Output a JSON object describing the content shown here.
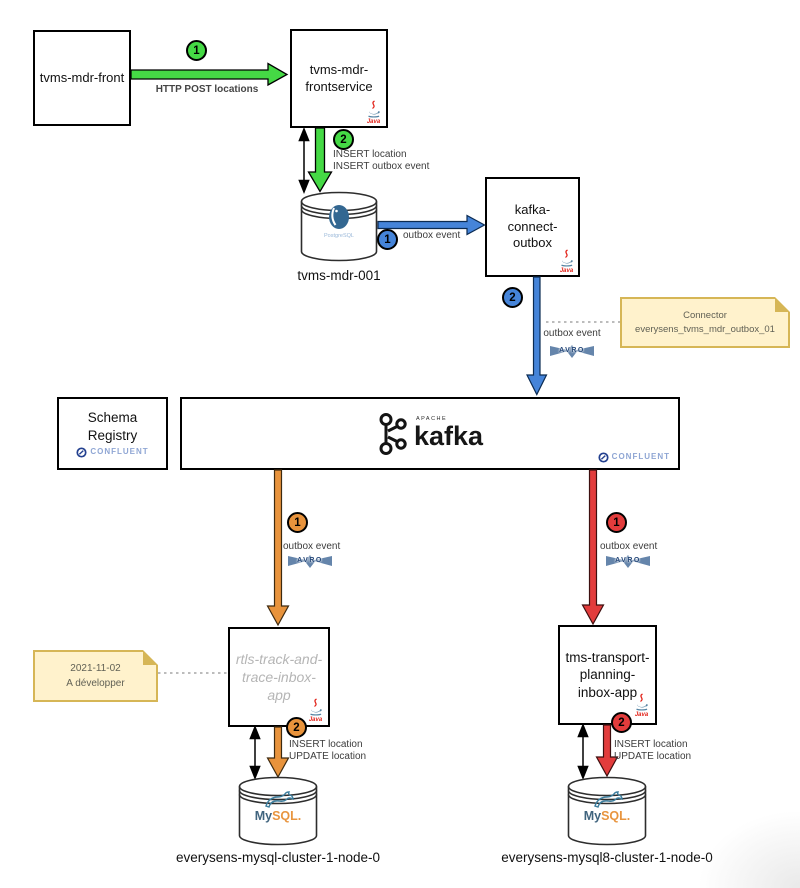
{
  "colors": {
    "green": "#45d945",
    "blue": "#4584d9",
    "orange": "#e8933c",
    "red": "#e23c3c",
    "note_bg": "#fff2cc",
    "note_border": "#d6b656",
    "avro": "#6585ab",
    "confluent_text": "#8fa6d4",
    "confluent_icon": "#23408f",
    "mysql_blue": "#40647e",
    "mysql_orange": "#e8953f",
    "postgres": "#336791",
    "java_red": "#e2231a",
    "java_blue": "#5382a1"
  },
  "nodes": {
    "front": {
      "label": "tvms-mdr-front"
    },
    "frontservice": {
      "label": "tvms-mdr-\nfrontservice"
    },
    "db_postgres": {
      "label": "tvms-mdr-001",
      "logo": "PostgreSQL"
    },
    "kafka_connect": {
      "label": "kafka-\nconnect-\noutbox"
    },
    "schema_registry": {
      "label": "Schema\nRegistry",
      "vendor": "CONFLUENT"
    },
    "kafka": {
      "logo_super": "APACHE",
      "logo_word": "kafka",
      "vendor": "CONFLUENT"
    },
    "rtls": {
      "label": "rtls-track-and-\ntrace-inbox-\napp"
    },
    "tms": {
      "label": "tms-transport-\nplanning-\ninbox-app"
    },
    "mysql_left": {
      "label": "everysens-mysql-cluster-1-node-0",
      "logo_my": "My",
      "logo_sql": "SQL."
    },
    "mysql_right": {
      "label": "everysens-mysql8-cluster-1-node-0",
      "logo_my": "My",
      "logo_sql": "SQL."
    }
  },
  "notes": {
    "connector": {
      "text": "Connector\neverysens_tvms_mdr_outbox_01"
    },
    "developer": {
      "text": "2021-11-02\nA développer"
    }
  },
  "edges": {
    "http_post": {
      "badge": "1",
      "label": "HTTP POST locations"
    },
    "insert_outbox": {
      "badge": "2",
      "label": "INSERT location\nINSERT outbox event"
    },
    "outbox_to_connect": {
      "badge": "1",
      "label": "outbox event"
    },
    "connect_to_kafka": {
      "badge": "2",
      "label": "outbox event",
      "serialization": "AVRO"
    },
    "kafka_to_rtls": {
      "badge": "1",
      "label": "outbox event",
      "serialization": "AVRO"
    },
    "kafka_to_tms": {
      "badge": "1",
      "label": "outbox event",
      "serialization": "AVRO"
    },
    "rtls_to_mysql": {
      "badge": "2",
      "label": "INSERT location\nUPDATE location"
    },
    "tms_to_mysql": {
      "badge": "2",
      "label": "INSERT location\nUPDATE location"
    }
  },
  "logos": {
    "java": "Java"
  }
}
